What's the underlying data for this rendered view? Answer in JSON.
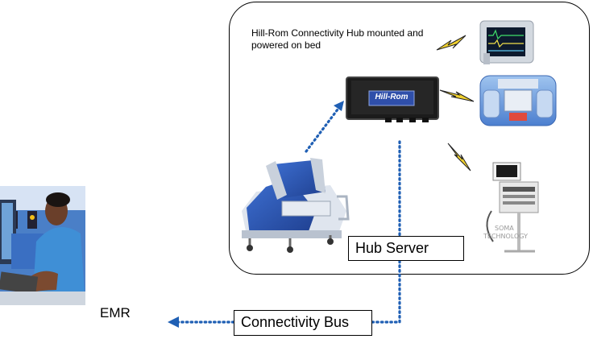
{
  "panel": {
    "caption": "Hill-Rom Connectivity Hub mounted and powered on bed"
  },
  "hub_device": {
    "brand": "Hill-Rom"
  },
  "labels": {
    "hub_server": "Hub Server",
    "connectivity_bus": "Connectivity Bus",
    "emr": "EMR"
  },
  "devices": {
    "monitor_stand_text": "SOMA TECHNOLOGY"
  },
  "colors": {
    "arrow_dots": "#1f5fb4",
    "lightning": "#f2d22e"
  }
}
